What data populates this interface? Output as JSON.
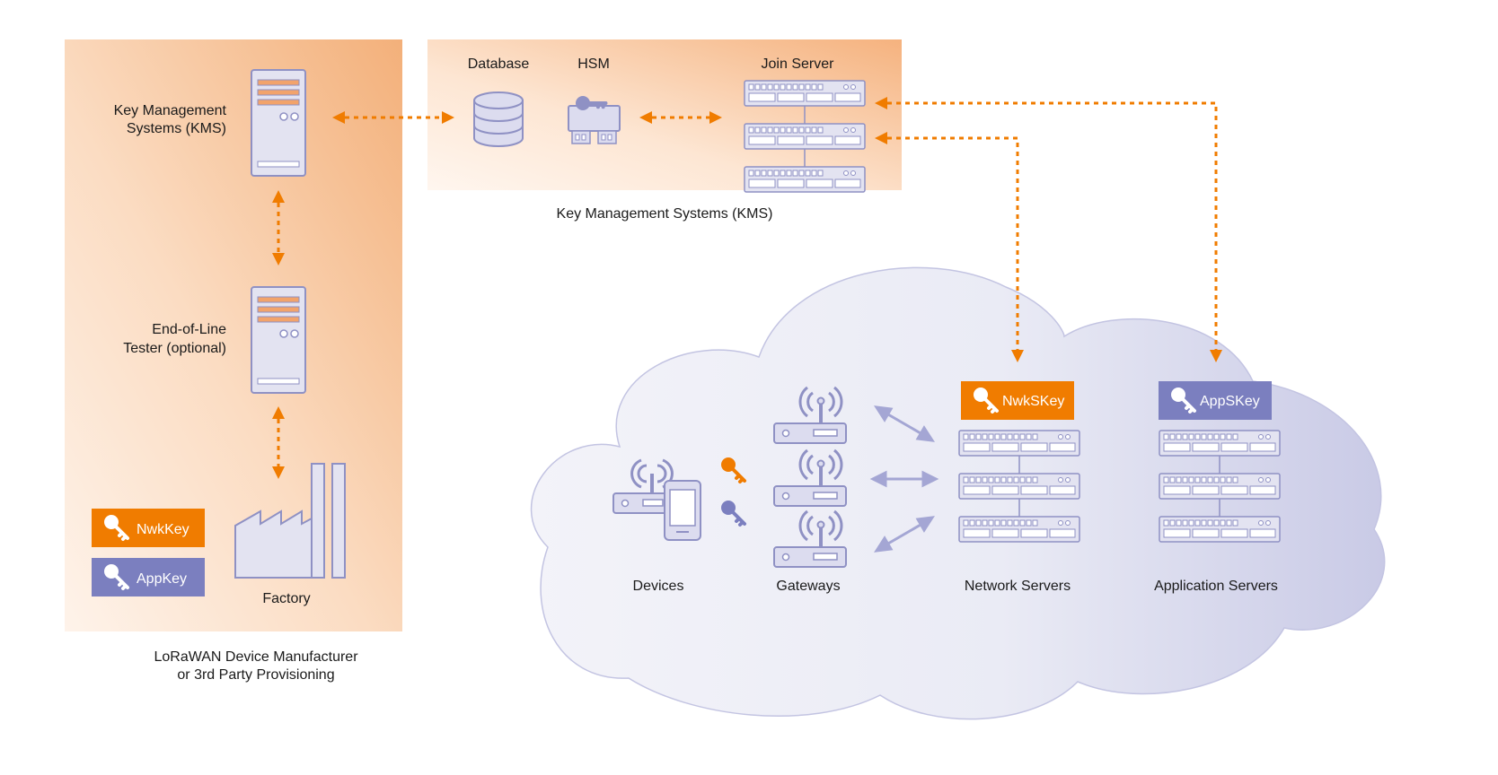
{
  "colors": {
    "orange": "#f07c00",
    "orange_panel": "#f5b27e",
    "purple": "#7b7fbf",
    "purple_light": "#b8badf",
    "cloud_fill": "#e6e7f3",
    "device_fill": "#dcdcef",
    "device_stroke": "#8f91c4"
  },
  "manufacturer": {
    "caption_line1": "LoRaWAN Device Manufacturer",
    "caption_line2": "or 3rd  Party Provisioning",
    "kms_line1": "Key Management",
    "kms_line2": "Systems (KMS)",
    "tester_line1": "End-of-Line",
    "tester_line2": "Tester (optional)",
    "factory": "Factory",
    "key_nwk": "NwkKey",
    "key_app": "AppKey",
    "icons": [
      "server-icon",
      "server-icon",
      "factory-icon",
      "key-icon",
      "key-icon"
    ]
  },
  "kms_panel": {
    "caption": "Key Management Systems (KMS)",
    "database": "Database",
    "hsm": "HSM",
    "join_server": "Join Server",
    "icons": [
      "database-icon",
      "hsm-icon",
      "rack-server-icon"
    ]
  },
  "network": {
    "devices": "Devices",
    "gateways": "Gateways",
    "network_servers": "Network Servers",
    "application_servers": "Application Servers",
    "key_nwks": "NwkSKey",
    "key_apps": "AppSKey",
    "icons": [
      "cloud-icon",
      "device-icon",
      "phone-icon",
      "gateway-icon",
      "key-icon",
      "rack-server-icon"
    ]
  }
}
